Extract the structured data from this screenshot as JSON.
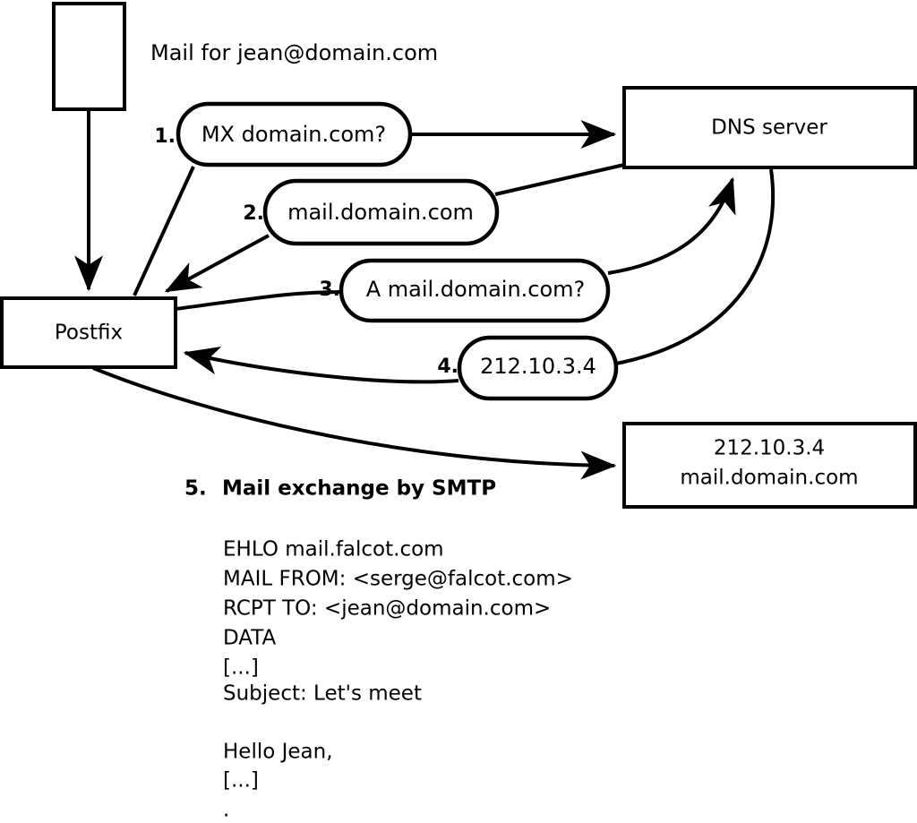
{
  "diagram": {
    "title_text": "Mail for jean@domain.com",
    "nodes": {
      "client_box": {
        "label": ""
      },
      "postfix": {
        "label": "Postfix"
      },
      "dns_server": {
        "label": "DNS server"
      },
      "target_server": {
        "line1": "212.10.3.4",
        "line2": "mail.domain.com"
      }
    },
    "steps": [
      {
        "num": "1.",
        "label": "MX domain.com?"
      },
      {
        "num": "2.",
        "label": "mail.domain.com"
      },
      {
        "num": "3.",
        "label": "A mail.domain.com?"
      },
      {
        "num": "4.",
        "label": "212.10.3.4"
      }
    ],
    "step5": {
      "num": "5.",
      "label": "Mail exchange by SMTP"
    },
    "transcript": [
      "EHLO mail.falcot.com",
      "MAIL FROM: <serge@falcot.com>",
      "RCPT TO: <jean@domain.com>",
      "DATA",
      "[...]",
      "Subject: Let's meet",
      "",
      "Hello Jean,",
      "[...]",
      "."
    ],
    "colors": {
      "stroke": "#000000",
      "fill": "#ffffff",
      "background": "#ffffff"
    }
  }
}
